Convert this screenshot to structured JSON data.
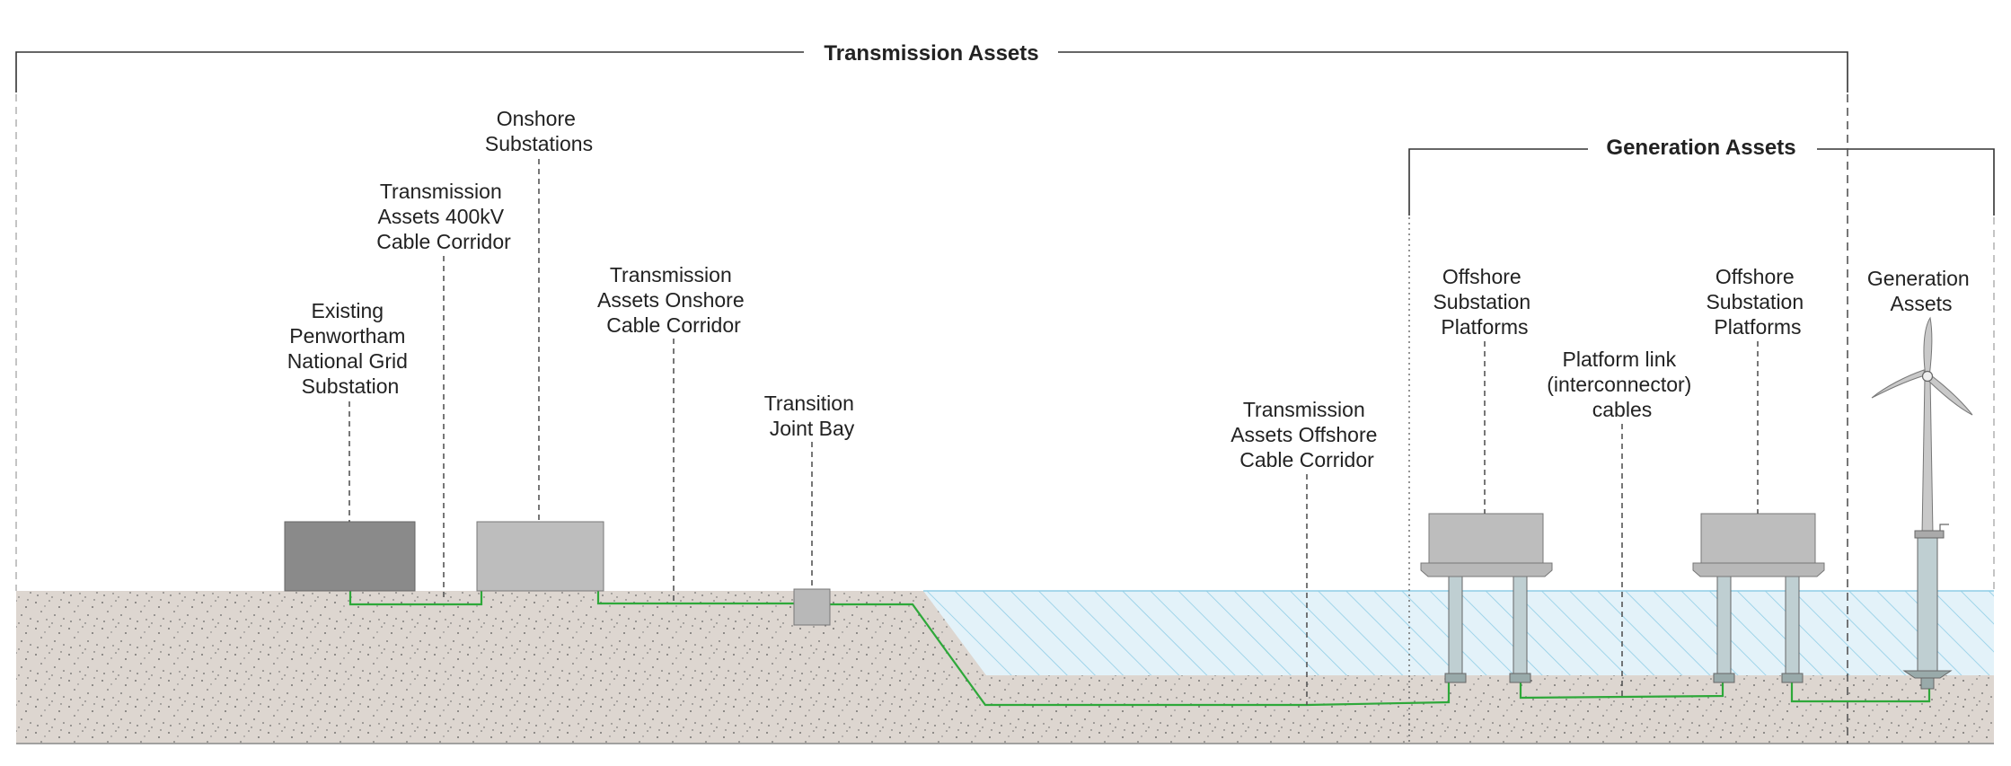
{
  "headers": {
    "transmission_assets": "Transmission Assets",
    "generation_assets": "Generation Assets"
  },
  "labels": {
    "penwortham": [
      "Existing",
      "Penwortham",
      "National Grid",
      "Substation"
    ],
    "cable_400kv": [
      "Transmission",
      "Assets 400kV",
      "Cable Corridor"
    ],
    "onshore_substations": [
      "Onshore",
      "Substations"
    ],
    "onshore_cable": [
      "Transmission",
      "Assets Onshore",
      "Cable Corridor"
    ],
    "transition_joint_bay": [
      "Transition",
      "Joint Bay"
    ],
    "offshore_cable": [
      "Transmission",
      "Assets Offshore",
      "Cable Corridor"
    ],
    "offshore_platforms_1": [
      "Offshore",
      "Substation",
      "Platforms"
    ],
    "platform_link": [
      "Platform link",
      "(interconnector)",
      "cables"
    ],
    "offshore_platforms_2": [
      "Offshore",
      "Substation",
      "Platforms"
    ],
    "generation_assets_label": [
      "Generation",
      "Assets"
    ]
  },
  "colors": {
    "ground": "#ddd6d0",
    "sea": "#dff0f8",
    "sea_hatch": "#8fcde6",
    "cable": "#2ea83a",
    "substation_dark": "#8a8a8a",
    "substation_light": "#bdbdbd",
    "platform": "#b8b8b8"
  }
}
